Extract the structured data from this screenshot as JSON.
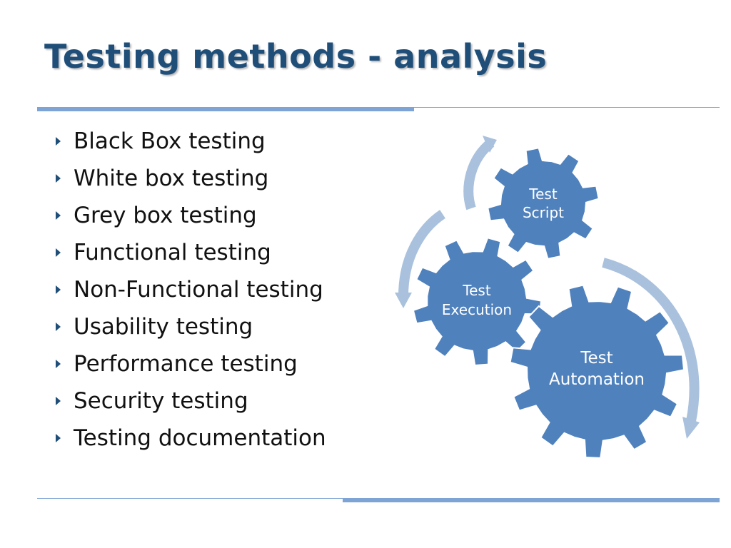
{
  "slide": {
    "title": "Testing methods - analysis",
    "accent_color": "#7ea4d6",
    "title_color": "#1f4e79",
    "bullet_icon": "triangle-right-icon",
    "bullets": [
      "Black Box testing",
      "White box testing",
      "Grey box testing",
      "Functional testing",
      "Non-Functional testing",
      "Usability testing",
      "Performance testing",
      "Security testing",
      "Testing documentation"
    ]
  },
  "diagram": {
    "gear_color": "#4f81bd",
    "arrow_color": "#a9c1dd",
    "gears": [
      {
        "line1": "Test",
        "line2": "Script"
      },
      {
        "line1": "Test",
        "line2": "Execution"
      },
      {
        "line1": "Test",
        "line2": "Automation"
      }
    ]
  }
}
